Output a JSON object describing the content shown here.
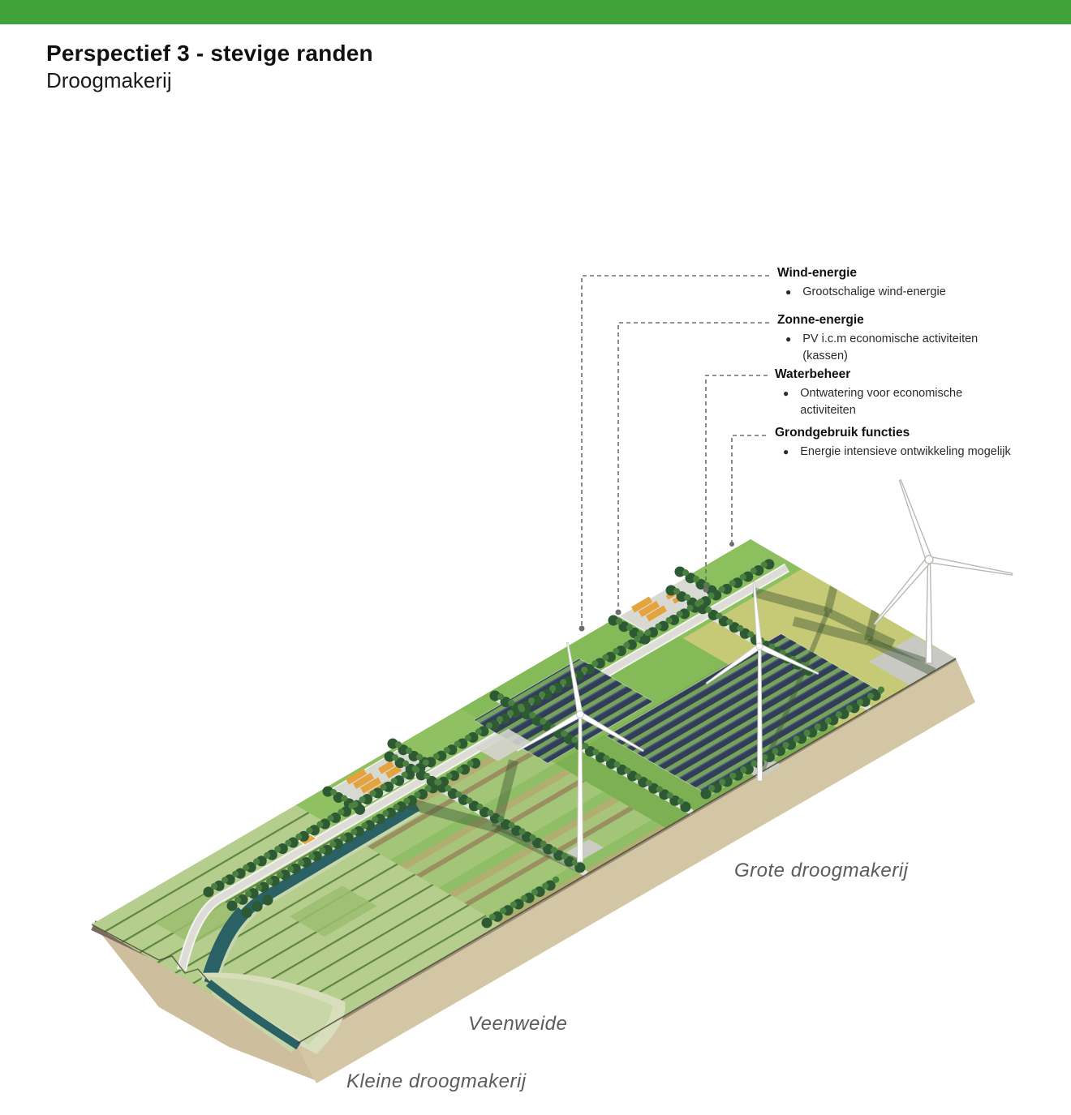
{
  "header": {
    "title": "Perspectief 3 - stevige randen",
    "subtitle": "Droogmakerij",
    "bar_color": "#3FA33A"
  },
  "annotations": [
    {
      "title": "Wind-energie",
      "bullets": [
        "Grootschalige wind-energie"
      ]
    },
    {
      "title": "Zonne-energie",
      "bullets": [
        "PV i.c.m economische activiteiten (kassen)"
      ]
    },
    {
      "title": "Waterbeheer",
      "bullets": [
        "Ontwatering voor economische activiteiten"
      ]
    },
    {
      "title": "Grondgebruik functies",
      "bullets": [
        "Energie intensieve ontwikkeling mogelijk"
      ]
    }
  ],
  "area_labels": {
    "grote": "Grote droogmakerij",
    "veen": "Veenweide",
    "kleine": "Kleine droogmakerij"
  },
  "illustration": {
    "colors": {
      "header_bar": "#3FA33A",
      "field_light": "#b6ce8d",
      "field_medium": "#8fc163",
      "field_yellow": "#c6ca77",
      "solar_panel": "#323e58",
      "soil_tan": "#d3c6a5",
      "soil_dark_layer": "#7c6a62",
      "water_teal": "#2a6165",
      "road_gray": "#dddcd6",
      "greenhouse_orange": "#e5a33e",
      "label_gray": "#5b5b5d"
    }
  }
}
